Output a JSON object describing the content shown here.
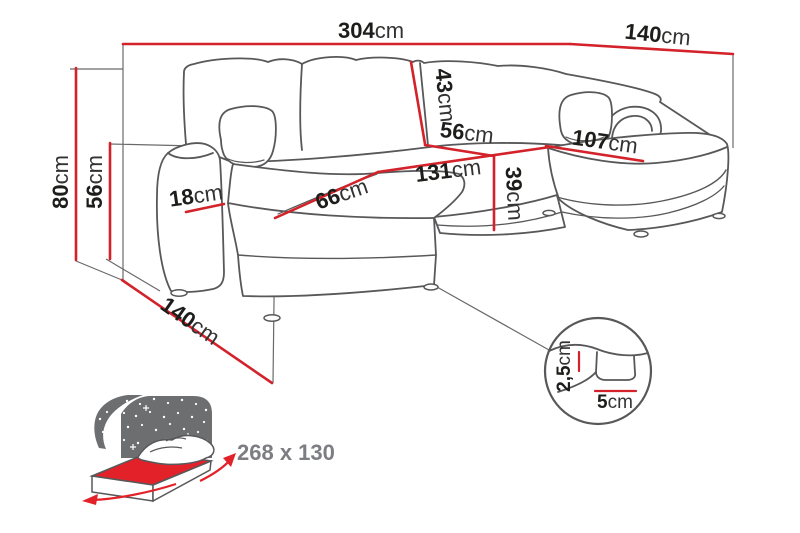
{
  "diagram": {
    "type": "corner-sofa-dimension-drawing",
    "dims": {
      "total_width": {
        "value": "304",
        "unit": "cm"
      },
      "right_depth": {
        "value": "140",
        "unit": "cm"
      },
      "overall_height": {
        "value": "80",
        "unit": "cm"
      },
      "seat_back_height": {
        "value": "56",
        "unit": "cm"
      },
      "armrest_width": {
        "value": "18",
        "unit": "cm"
      },
      "back_cushion_height": {
        "value": "43",
        "unit": "cm"
      },
      "middle_seat_depth": {
        "value": "56",
        "unit": "cm"
      },
      "left_chaise_seat": {
        "value": "66",
        "unit": "cm"
      },
      "middle_seat_width": {
        "value": "131",
        "unit": "cm"
      },
      "seat_front_height": {
        "value": "39",
        "unit": "cm"
      },
      "right_chaise_seat": {
        "value": "107",
        "unit": "cm"
      },
      "left_depth": {
        "value": "140",
        "unit": "cm"
      }
    },
    "leg_detail": {
      "height": {
        "value": "2,5",
        "unit": "cm"
      },
      "width": {
        "value": "5",
        "unit": "cm"
      }
    },
    "sleeping_area": {
      "text": "268 x 130"
    },
    "colors": {
      "dimension_red": "#d3222a",
      "outline_gray": "#58585a",
      "projection_gray": "#6a6a6c",
      "icon_gray": "#6d6e70",
      "label_dark": "#1d1d1b",
      "label_muted": "#7d7e82"
    }
  }
}
